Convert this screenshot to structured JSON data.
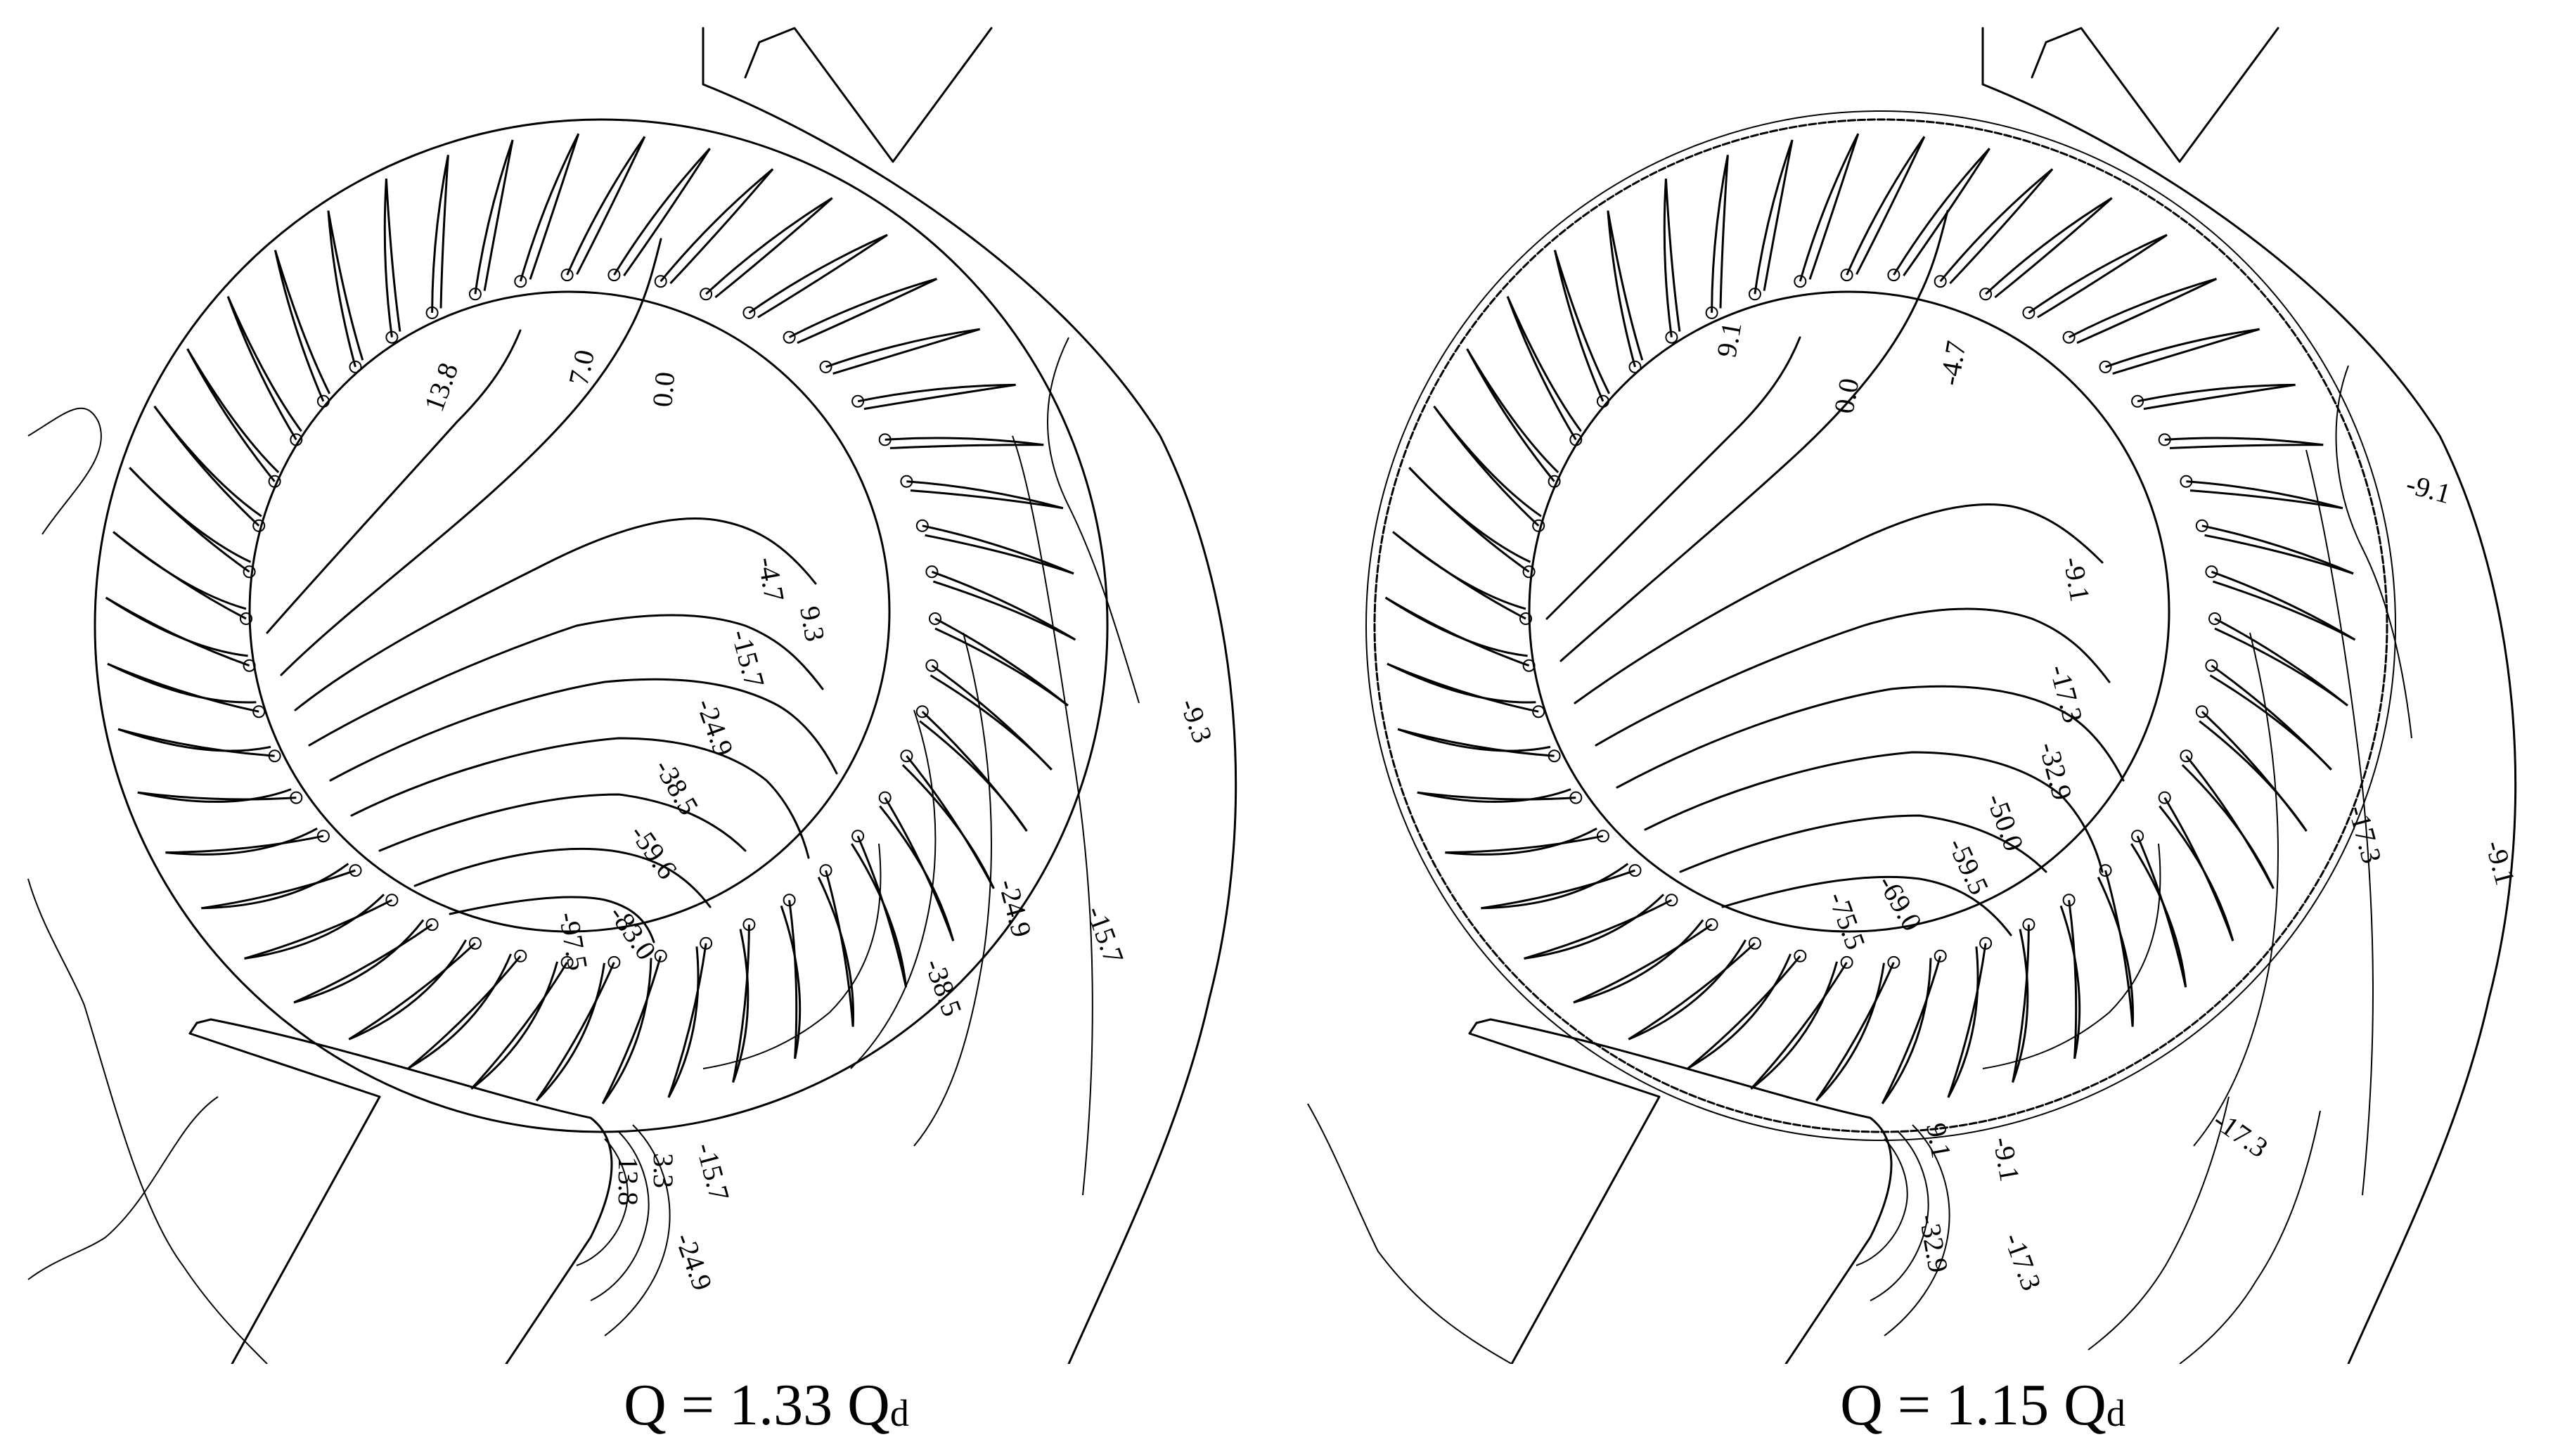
{
  "panels": [
    {
      "id": "left",
      "caption_q": "Q = 1.33 Q",
      "caption_sub": "d",
      "contour_labels": [
        "13.8",
        "7.0",
        "0.0",
        "-4.7",
        "9.3",
        "-15.7",
        "-24.9",
        "-38.5",
        "-59.6",
        "-83.0",
        "-97.5",
        "-9.3",
        "-15.7",
        "-24.9",
        "-38.5",
        "-15.7",
        "13.8",
        "-24.9",
        "3.3"
      ]
    },
    {
      "id": "right",
      "caption_q": "Q = 1.15 Q",
      "caption_sub": "d",
      "contour_labels": [
        "9.1",
        "0.0",
        "-4.7",
        "-9.1",
        "-17.3",
        "-32.9",
        "-50.0",
        "-59.5",
        "-69.0",
        "-75.5",
        "-9.1",
        "-9.1",
        "-17.3",
        "-17.3",
        "9.1",
        "-9.1",
        "-32.9",
        "-17.3"
      ]
    }
  ]
}
